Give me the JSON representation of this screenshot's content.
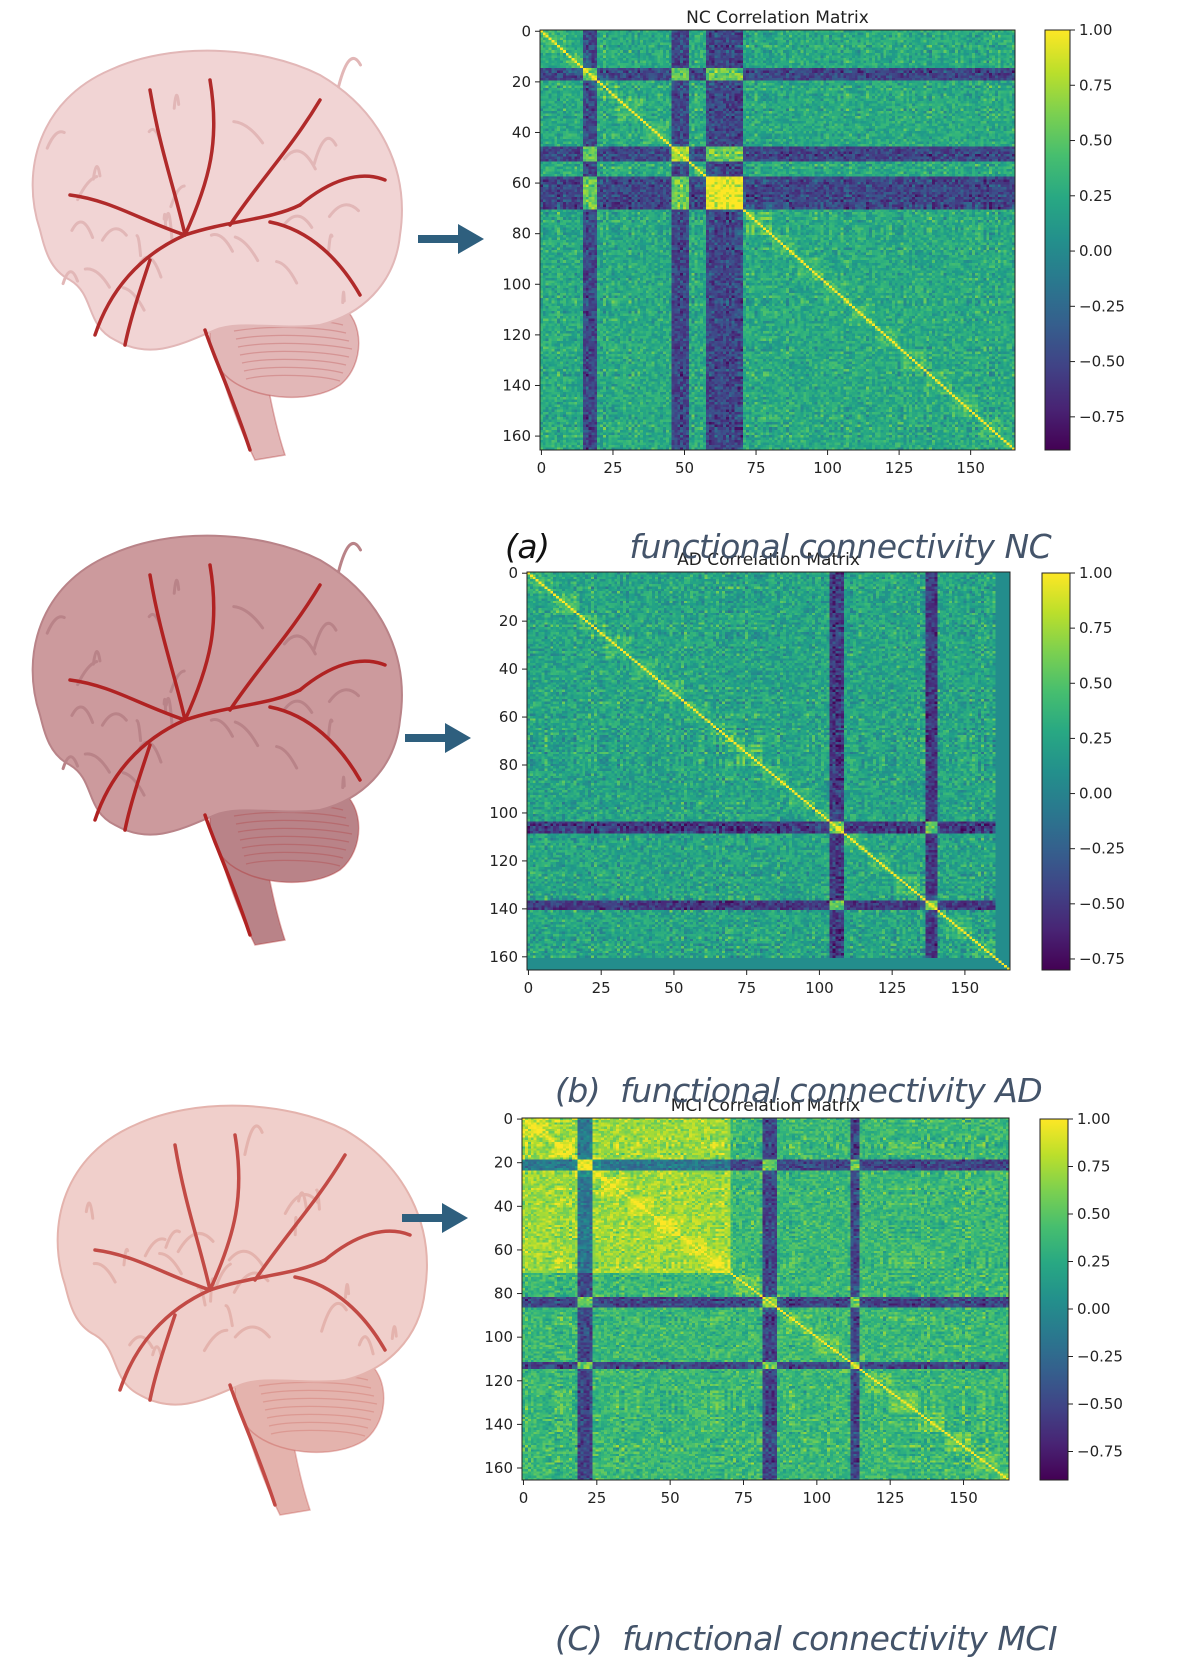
{
  "colorbar": {
    "colormap": "viridis",
    "ticks": [
      "1.00",
      "0.75",
      "0.50",
      "0.25",
      "0.00",
      "−0.25",
      "−0.50",
      "−0.75"
    ]
  },
  "brain_tints": {
    "nc": {
      "base": "#f1d4d4",
      "shade": "#e2b7b7",
      "vessel": "#b02a2a"
    },
    "ad": {
      "base": "#cc9a9d",
      "shade": "#b98388",
      "vessel": "#b02222"
    },
    "mci": {
      "base": "#f0cfcb",
      "shade": "#e4b3ad",
      "vessel": "#c24a45"
    }
  },
  "arrow_color": "#2e5f7e",
  "chart_data": [
    {
      "type": "heatmap",
      "id": "nc",
      "title": "NC Correlation Matrix",
      "size": 166,
      "xticks": [
        0,
        25,
        50,
        75,
        100,
        125,
        150
      ],
      "yticks": [
        0,
        20,
        40,
        60,
        80,
        100,
        120,
        140,
        160
      ],
      "vmin": -0.9,
      "vmax": 1.0,
      "caption_tag": "(a)",
      "caption_text": "functional connectivity NC",
      "dark_bands": [
        [
          15,
          19
        ],
        [
          46,
          51
        ],
        [
          58,
          70
        ]
      ],
      "bright_block": [
        58,
        70
      ]
    },
    {
      "type": "heatmap",
      "id": "ad",
      "title": "AD Correlation Matrix",
      "size": 166,
      "xticks": [
        0,
        25,
        50,
        75,
        100,
        125,
        150
      ],
      "yticks": [
        0,
        20,
        40,
        60,
        80,
        100,
        120,
        140,
        160
      ],
      "vmin": -0.8,
      "vmax": 1.0,
      "caption_tag": "(b)",
      "caption_text": "functional connectivity AD",
      "constant_from": 161,
      "dark_bands": [
        [
          104,
          108
        ],
        [
          137,
          140
        ]
      ]
    },
    {
      "type": "heatmap",
      "id": "mci",
      "title": "MCI Correlation Matrix",
      "size": 166,
      "xticks": [
        0,
        25,
        50,
        75,
        100,
        125,
        150
      ],
      "yticks": [
        0,
        20,
        40,
        60,
        80,
        100,
        120,
        140,
        160
      ],
      "vmin": -0.9,
      "vmax": 1.0,
      "caption_tag": "(C)",
      "caption_text": "functional connectivity MCI",
      "dark_bands": [
        [
          19,
          23
        ],
        [
          82,
          86
        ],
        [
          112,
          114
        ]
      ],
      "bright_block": [
        0,
        70
      ]
    }
  ]
}
